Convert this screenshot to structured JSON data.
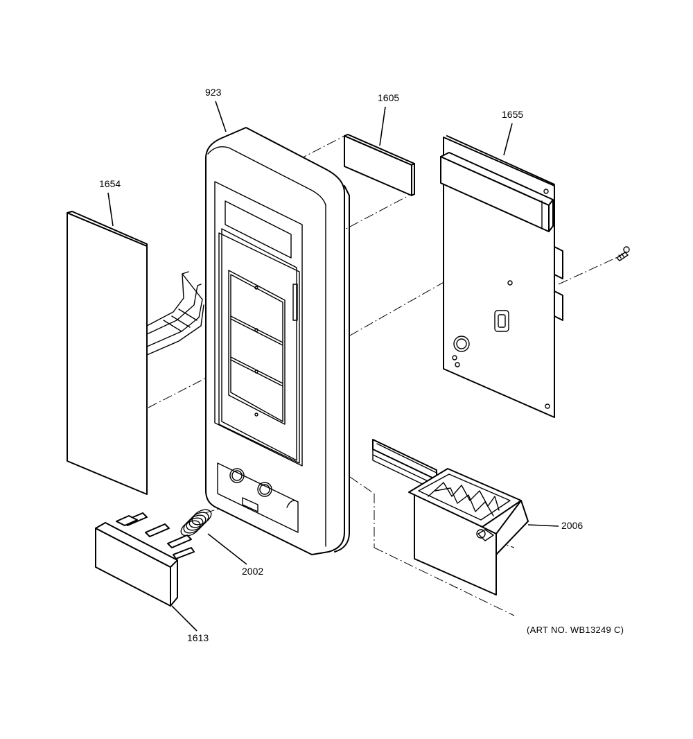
{
  "labels": {
    "p923": "923",
    "p1605": "1605",
    "p1655": "1655",
    "p1654": "1654",
    "p2006": "2006",
    "p2002": "2002",
    "p1613": "1613"
  },
  "art_number": "(ART NO. WB13249 C)"
}
